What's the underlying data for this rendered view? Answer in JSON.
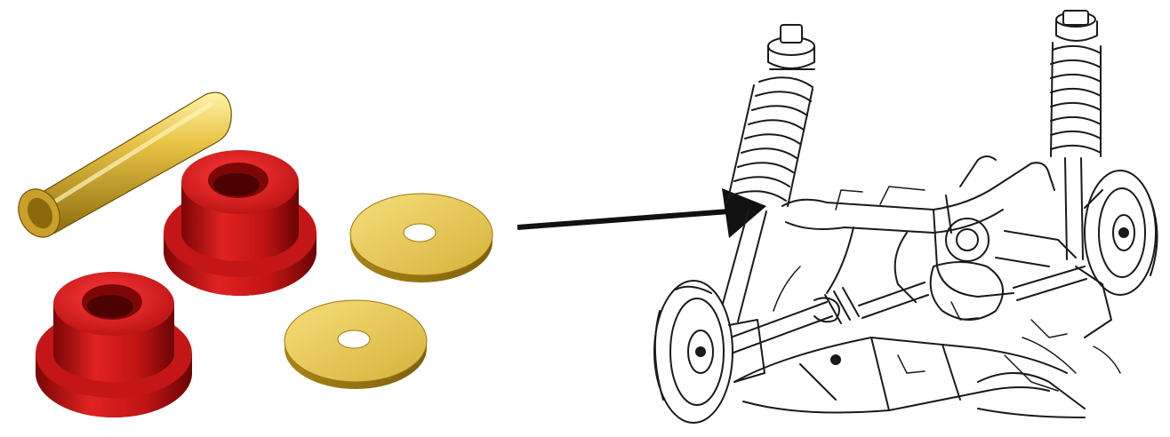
{
  "figure": {
    "parts": [
      {
        "name": "sleeve",
        "color": "#e8c446"
      },
      {
        "name": "bushing",
        "color": "#d01a1a"
      },
      {
        "name": "bushing",
        "color": "#d01a1a"
      },
      {
        "name": "washer",
        "color": "#f0d35a"
      },
      {
        "name": "washer",
        "color": "#f0d35a"
      }
    ],
    "arrow_color": "#111111",
    "suspension_illustration": "line-drawing",
    "colors": {
      "brass": "#e8c446",
      "brass_dark": "#9a7a10",
      "red": "#d01a1a",
      "red_dark": "#7a0606",
      "ink": "#1a1a1a"
    }
  }
}
